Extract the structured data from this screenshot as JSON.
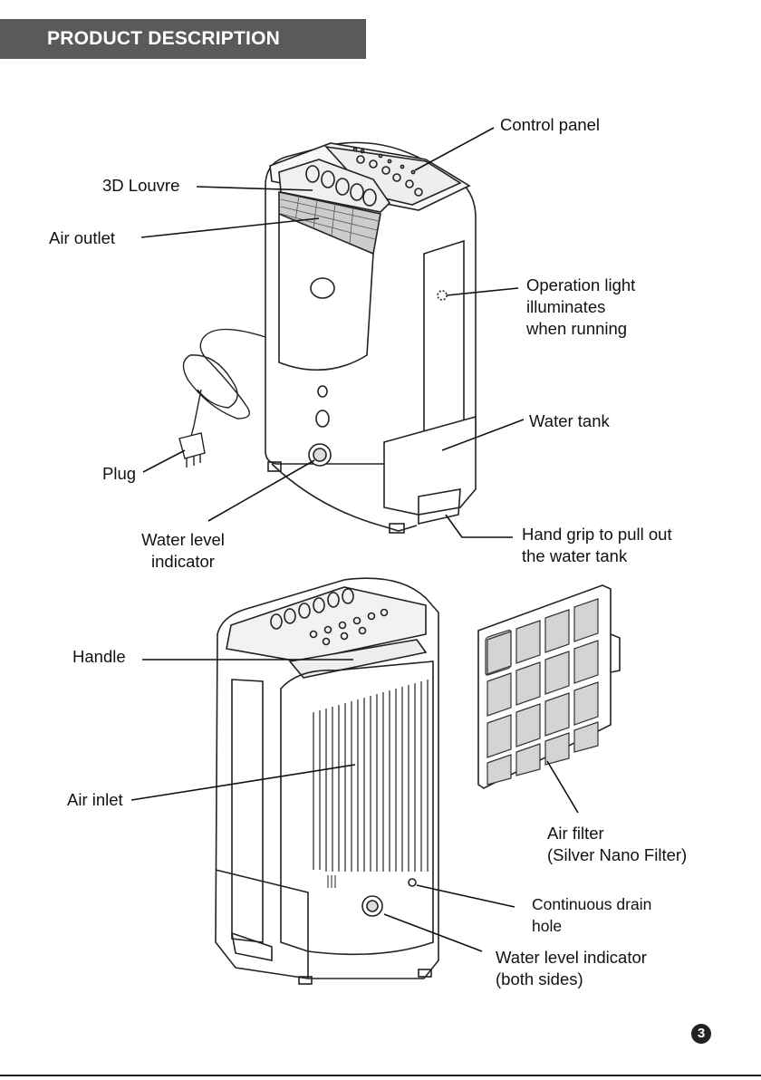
{
  "header": {
    "title": "PRODUCT DESCRIPTION"
  },
  "labels": {
    "control_panel": "Control panel",
    "louvre": "3D Louvre",
    "air_outlet": "Air outlet",
    "operation_light": "Operation light\nilluminates\nwhen running",
    "water_tank": "Water tank",
    "plug": "Plug",
    "water_level_indicator": "Water level\nindicator",
    "hand_grip": "Hand grip to pull out\nthe water tank",
    "handle": "Handle",
    "air_inlet": "Air inlet",
    "air_filter": "Air filter\n(Silver Nano Filter)",
    "drain_hole": "Continuous drain\nhole",
    "water_level_both": "Water level indicator\n(both sides)"
  },
  "page_number": "3"
}
